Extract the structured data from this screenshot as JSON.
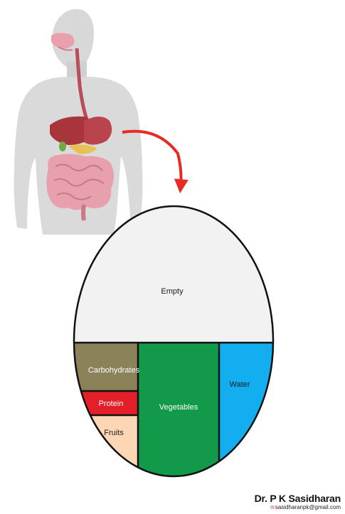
{
  "stomach_sections": {
    "top": {
      "label": "Empty",
      "color": "#f2f2f2"
    },
    "carbohydrates": {
      "label": "Carbohydrates",
      "color": "#8b8259"
    },
    "protein": {
      "label": "Protein",
      "color": "#e3202a"
    },
    "fruits": {
      "label": "Fruits",
      "color": "#fdd6b5"
    },
    "vegetables": {
      "label": "Vegetables",
      "color": "#13994a"
    },
    "water": {
      "label": "Water",
      "color": "#13aef0"
    }
  },
  "colors": {
    "body": "#d8d8d8",
    "arrow": "#e52b22",
    "outline": "#111111",
    "organ_pink": "#e8a0ac",
    "liver": "#a8343c"
  },
  "credit": {
    "name": "Dr. P K Sasidharan",
    "email": "sasidharanpk@gmail.com",
    "email_icon": "mail-icon"
  }
}
